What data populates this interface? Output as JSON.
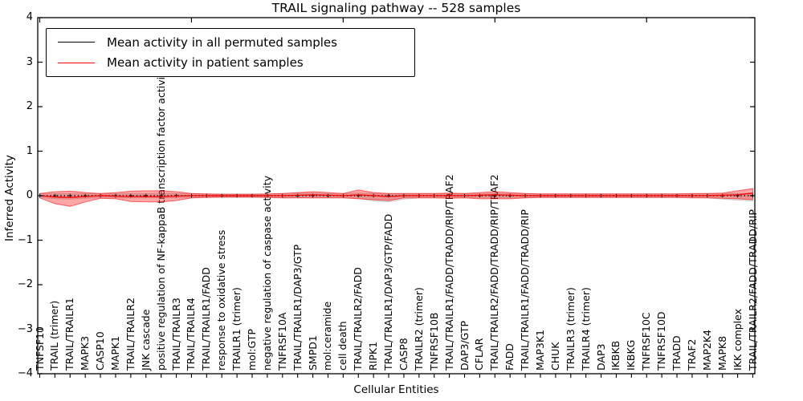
{
  "figure": {
    "title": "TRAIL signaling pathway -- 528 samples",
    "xlabel": "Cellular Entities",
    "ylabel": "Inferred Activity"
  },
  "legend": {
    "items": [
      {
        "label": "Mean activity in all permuted samples",
        "color": "#000000"
      },
      {
        "label": "Mean activity in patient samples",
        "color": "#ff0000"
      }
    ]
  },
  "axes": {
    "y_ticks": [
      "4",
      "3",
      "2",
      "1",
      "0",
      "−1",
      "−2",
      "−3",
      "−4"
    ],
    "y_tick_values": [
      4,
      3,
      2,
      1,
      0,
      -1,
      -2,
      -3,
      -4
    ],
    "ylim": [
      -4,
      4
    ],
    "top_tick_indices": [
      0,
      10,
      20,
      30,
      40
    ],
    "grid": false
  },
  "chart_data": {
    "type": "line",
    "title": "TRAIL signaling pathway -- 528 samples",
    "xlabel": "Cellular Entities",
    "ylabel": "Inferred Activity",
    "ylim": [
      -4,
      4
    ],
    "legend_position": "upper left",
    "x_categories": [
      "TNFSF10",
      "TRAIL (trimer)",
      "TRAIL/TRAILR1",
      "MAPK3",
      "CASP10",
      "MAPK1",
      "TRAIL/TRAILR2",
      "JNK cascade",
      "positive regulation of NF-kappaB transcription factor activity",
      "TRAIL/TRAILR3",
      "TRAIL/TRAILR4",
      "TRAIL/TRAILR1/FADD",
      "response to oxidative stress",
      "TRAILR1 (trimer)",
      "mol:GTP",
      "negative regulation of caspase activity",
      "TNFRSF10A",
      "TRAIL/TRAILR1/DAP3/GTP",
      "SMPD1",
      "mol:ceramide",
      "cell death",
      "TRAIL/TRAILR2/FADD",
      "RIPK1",
      "TRAIL/TRAILR1/DAP3/GTP/FADD",
      "CASP8",
      "TRAILR2 (trimer)",
      "TNFRSF10B",
      "TRAIL/TRAILR1/FADD/TRADD/RIP/TRAF2",
      "DAP3/GTP",
      "CFLAR",
      "TRAIL/TRAILR2/FADD/TRADD/RIP/TRAF2",
      "FADD",
      "TRAIL/TRAILR1/FADD/TRADD/RIP",
      "MAP3K1",
      "CHUK",
      "TRAILR3 (trimer)",
      "TRAILR4 (trimer)",
      "DAP3",
      "IKBKB",
      "IKBKG",
      "TNFRSF10C",
      "TNFRSF10D",
      "TRADD",
      "TRAF2",
      "MAP2K4",
      "MAPK8",
      "IKK complex",
      "TRAIL/TRAILR2/FADD/TRADD/RIP"
    ],
    "series": [
      {
        "name": "Mean activity in all permuted samples",
        "color": "#000000",
        "line_style": "dotted",
        "band_color": "#888888",
        "values": [
          0,
          0,
          0,
          0,
          0,
          0,
          0,
          0,
          0,
          0,
          0,
          0,
          0,
          0,
          0,
          0,
          0,
          0,
          0,
          0,
          0,
          0,
          0,
          0,
          0,
          0,
          0,
          0,
          0,
          0,
          0,
          0,
          0,
          0,
          0,
          0,
          0,
          0,
          0,
          0,
          0,
          0,
          0,
          0,
          0,
          0,
          0,
          0
        ],
        "band_upper": [
          0.05,
          0.05,
          0.05,
          0.05,
          0.05,
          0.05,
          0.05,
          0.05,
          0.05,
          0.05,
          0.05,
          0.04,
          0.04,
          0.04,
          0.04,
          0.04,
          0.05,
          0.06,
          0.06,
          0.05,
          0.05,
          0.06,
          0.05,
          0.05,
          0.05,
          0.05,
          0.05,
          0.05,
          0.05,
          0.05,
          0.05,
          0.05,
          0.05,
          0.04,
          0.04,
          0.04,
          0.04,
          0.04,
          0.04,
          0.04,
          0.04,
          0.04,
          0.04,
          0.04,
          0.05,
          0.05,
          0.05,
          0.05
        ],
        "band_lower": [
          -0.05,
          -0.07,
          -0.08,
          -0.06,
          -0.05,
          -0.05,
          -0.05,
          -0.05,
          -0.05,
          -0.05,
          -0.05,
          -0.04,
          -0.04,
          -0.04,
          -0.04,
          -0.04,
          -0.05,
          -0.05,
          -0.05,
          -0.05,
          -0.05,
          -0.06,
          -0.12,
          -0.14,
          -0.08,
          -0.05,
          -0.05,
          -0.05,
          -0.05,
          -0.05,
          -0.05,
          -0.05,
          -0.05,
          -0.04,
          -0.04,
          -0.04,
          -0.04,
          -0.04,
          -0.04,
          -0.04,
          -0.04,
          -0.04,
          -0.04,
          -0.04,
          -0.05,
          -0.08,
          -0.1,
          -0.12
        ]
      },
      {
        "name": "Mean activity in patient samples",
        "color": "#ff0000",
        "line_style": "solid",
        "band_color": "#ff0000",
        "values": [
          0,
          -0.03,
          -0.04,
          -0.02,
          0,
          -0.01,
          -0.02,
          -0.02,
          -0.02,
          -0.01,
          0,
          0,
          0,
          0,
          0,
          0,
          0,
          0.01,
          0.02,
          0.01,
          0,
          0.02,
          0,
          -0.02,
          0,
          0,
          0,
          0,
          0,
          0.01,
          0.02,
          0.01,
          0,
          0,
          0,
          0,
          0,
          0,
          0,
          0,
          0,
          0,
          0,
          0,
          0,
          0.01,
          0.02,
          0.06
        ],
        "band_upper": [
          0.05,
          0.09,
          0.1,
          0.07,
          0.05,
          0.07,
          0.1,
          0.11,
          0.11,
          0.09,
          0.05,
          0.04,
          0.03,
          0.03,
          0.03,
          0.04,
          0.05,
          0.07,
          0.09,
          0.07,
          0.05,
          0.13,
          0.07,
          0.05,
          0.05,
          0.05,
          0.05,
          0.06,
          0.05,
          0.07,
          0.09,
          0.07,
          0.05,
          0.04,
          0.04,
          0.04,
          0.04,
          0.04,
          0.04,
          0.04,
          0.04,
          0.04,
          0.04,
          0.05,
          0.05,
          0.06,
          0.11,
          0.16
        ],
        "band_lower": [
          -0.05,
          -0.18,
          -0.24,
          -0.14,
          -0.06,
          -0.07,
          -0.13,
          -0.14,
          -0.14,
          -0.11,
          -0.05,
          -0.04,
          -0.03,
          -0.03,
          -0.03,
          -0.04,
          -0.05,
          -0.05,
          -0.05,
          -0.05,
          -0.05,
          -0.07,
          -0.09,
          -0.11,
          -0.05,
          -0.05,
          -0.05,
          -0.06,
          -0.05,
          -0.07,
          -0.07,
          -0.07,
          -0.05,
          -0.04,
          -0.04,
          -0.04,
          -0.04,
          -0.04,
          -0.04,
          -0.04,
          -0.04,
          -0.04,
          -0.04,
          -0.05,
          -0.05,
          -0.06,
          -0.07,
          -0.09
        ]
      }
    ]
  }
}
